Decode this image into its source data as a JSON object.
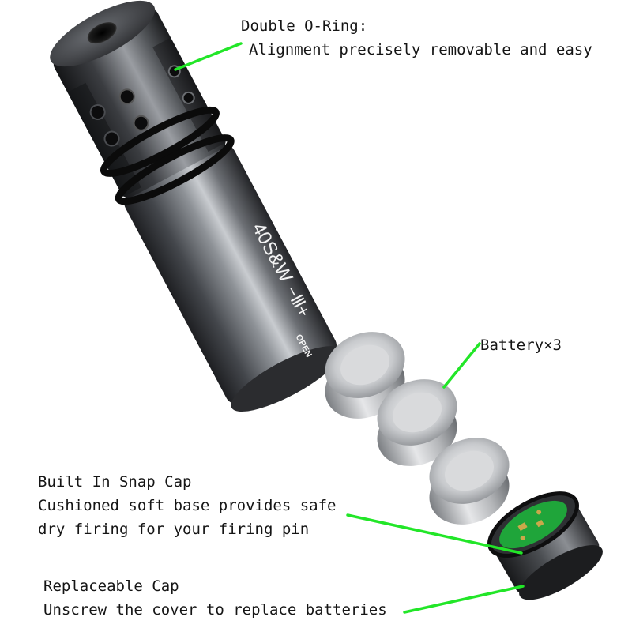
{
  "annotations": {
    "oring": {
      "title": "Double O-Ring:",
      "body": "Alignment precisely removable and easy"
    },
    "battery": {
      "title": "Battery×3"
    },
    "snap_cap": {
      "title": "Built In Snap Cap",
      "line2": "Cushioned soft base provides safe",
      "line3": "dry firing for your firing pin"
    },
    "replaceable_cap": {
      "title": "Replaceable Cap",
      "body": "Unscrew the cover to replace batteries"
    }
  },
  "product": {
    "caliber_marking": "40S&W",
    "polarity_marking": "−Ⅲ+",
    "open_marking": "OPEN"
  },
  "colors": {
    "leader_line": "#22e628",
    "body_metal": "#5a5d63",
    "o_ring": "#0b0b0b",
    "pcb": "#1fa53a",
    "background": "#ffffff"
  }
}
